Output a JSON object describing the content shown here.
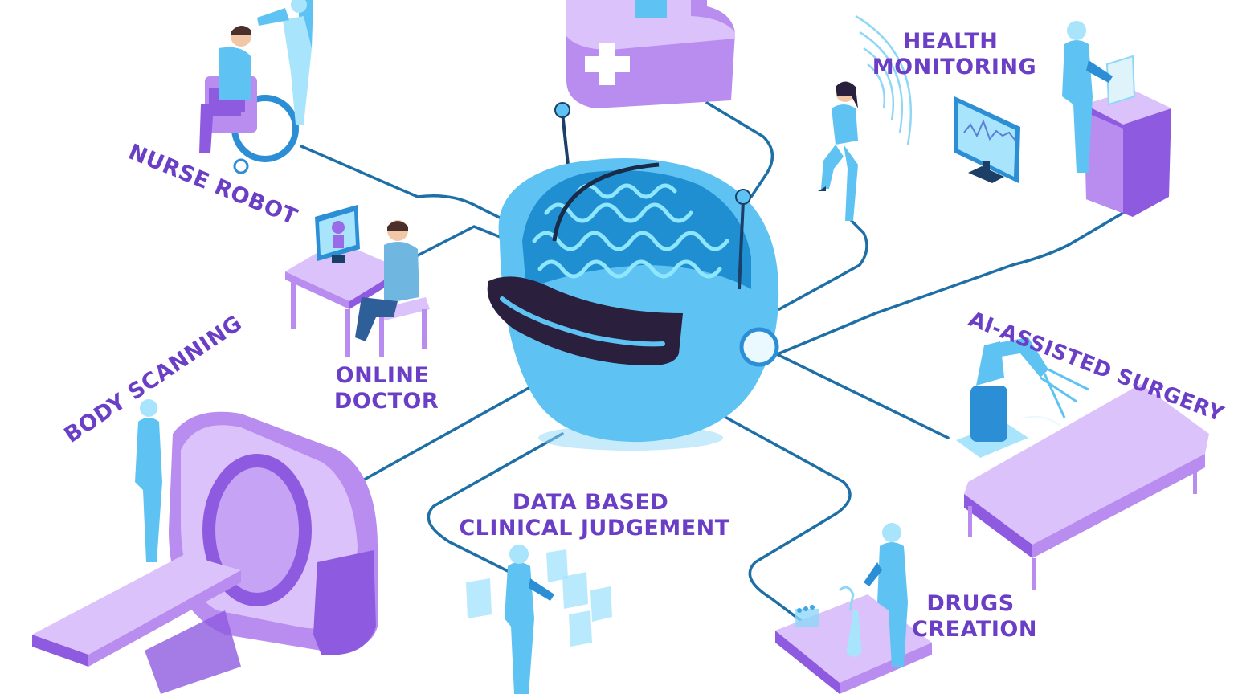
{
  "diagram": {
    "hub": "ai-robot-brain-head",
    "nodes": [
      {
        "id": "nurse-robot",
        "label_lines": [
          "NURSE ROBOT"
        ]
      },
      {
        "id": "online-doctor",
        "label_lines": [
          "ONLINE",
          "DOCTOR"
        ]
      },
      {
        "id": "body-scanning",
        "label_lines": [
          "BODY SCANNING"
        ]
      },
      {
        "id": "data-based",
        "label_lines": [
          "DATA BASED",
          "CLINICAL JUDGEMENT"
        ]
      },
      {
        "id": "health-monitoring",
        "label_lines": [
          "HEALTH",
          "MONITORING"
        ]
      },
      {
        "id": "ai-surgery",
        "label_lines": [
          "AI-ASSISTED SURGERY"
        ]
      },
      {
        "id": "drugs-creation",
        "label_lines": [
          "DRUGS",
          "CREATION"
        ]
      }
    ],
    "colors": {
      "label": "#6a3fc6",
      "connector": "#1d6fa5",
      "robot_blue": "#5ec3f2",
      "equipment_purple": "#b98cf0",
      "visor": "#2a1f3d"
    }
  }
}
